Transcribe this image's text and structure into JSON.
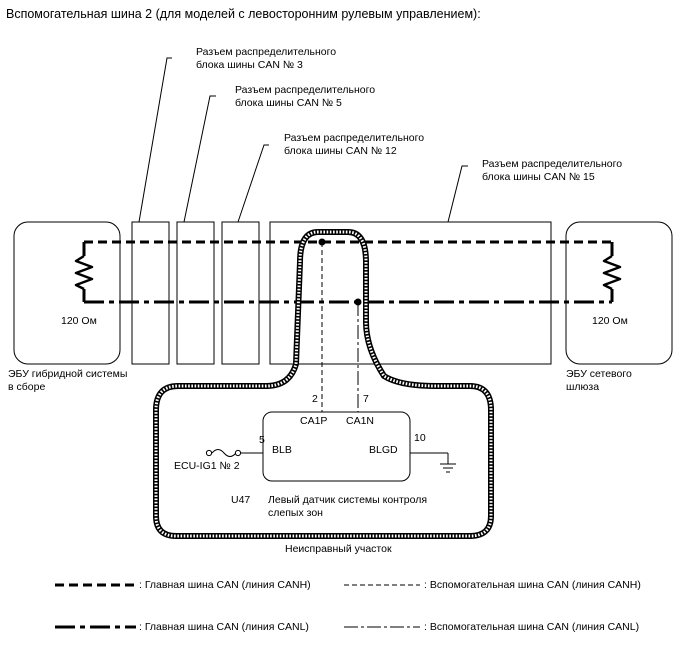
{
  "title": "Вспомогательная шина 2 (для моделей с левосторонним рулевым управлением):",
  "connectors": [
    {
      "line1": "Разъем распределительного",
      "line2": "блока шины CAN № 3"
    },
    {
      "line1": "Разъем распределительного",
      "line2": "блока шины CAN № 5"
    },
    {
      "line1": "Разъем распределительного",
      "line2": "блока шины CAN № 12"
    },
    {
      "line1": "Разъем распределительного",
      "line2": "блока шины CAN № 15"
    }
  ],
  "ecu_left": {
    "resistor": "120 Ом",
    "line1": "ЭБУ гибридной системы",
    "line2": "в сборе"
  },
  "ecu_right": {
    "resistor": "120 Ом",
    "line1": "ЭБУ сетевого",
    "line2": "шлюза"
  },
  "sensor": {
    "pin_ca1p_num": "2",
    "pin_ca1n_num": "7",
    "pin_ca1p": "CA1P",
    "pin_ca1n": "CA1N",
    "pin_blb_num": "5",
    "pin_blb": "BLB",
    "pin_blgd_num": "10",
    "pin_blgd": "BLGD",
    "fuse": "ECU-IG1 № 2",
    "code": "U47",
    "name_line1": "Левый датчик системы контроля",
    "name_line2": "слепых зон"
  },
  "fault_label": "Неисправный участок",
  "legend": {
    "main_canh": ": Главная шина CAN (линия CANH)",
    "sub_canh": ": Вспомогательная шина CAN (линия CANH)",
    "main_canl": ": Главная шина CAN (линия CANL)",
    "sub_canl": ": Вспомогательная шина CAN (линия CANL)"
  }
}
